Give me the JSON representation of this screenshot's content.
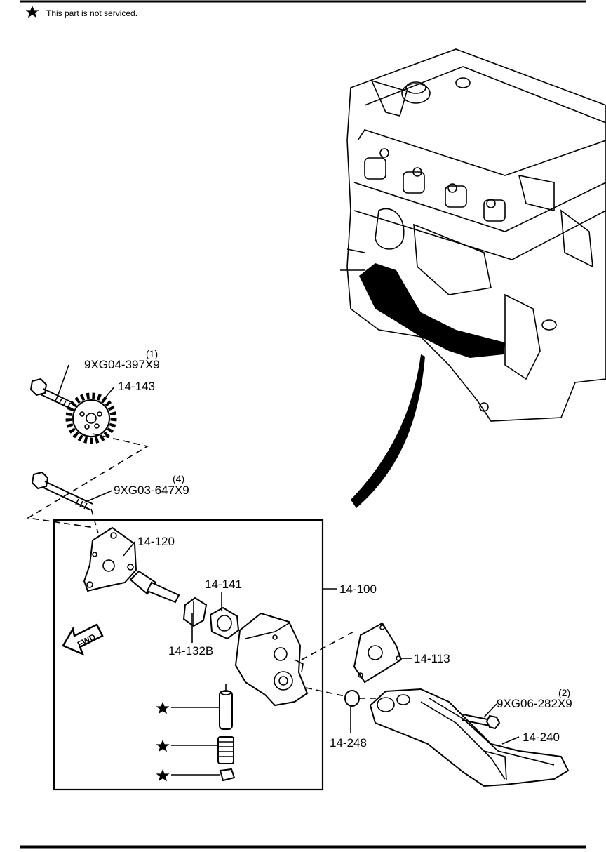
{
  "legend": {
    "note_text": "This part is not serviced.",
    "icon": "star-icon"
  },
  "callouts": {
    "bolt_gear": {
      "part_number": "9XG04-397X9",
      "qty": "(1)"
    },
    "gear": {
      "part_number": "14-143"
    },
    "bolt_long": {
      "part_number": "9XG03-647X9",
      "qty": "(4)"
    },
    "cover": {
      "part_number": "14-120"
    },
    "rotor": {
      "part_number": "14-141"
    },
    "inner_rotor": {
      "part_number": "14-132B"
    },
    "pump_assembly": {
      "part_number": "14-100"
    },
    "gasket": {
      "part_number": "14-113"
    },
    "bolt_strainer": {
      "part_number": "9XG06-282X9",
      "qty": "(2)"
    },
    "strainer": {
      "part_number": "14-240"
    },
    "o_ring": {
      "part_number": "14-248"
    }
  },
  "direction": {
    "label": "FWD",
    "icon": "fwd-arrow-icon"
  }
}
